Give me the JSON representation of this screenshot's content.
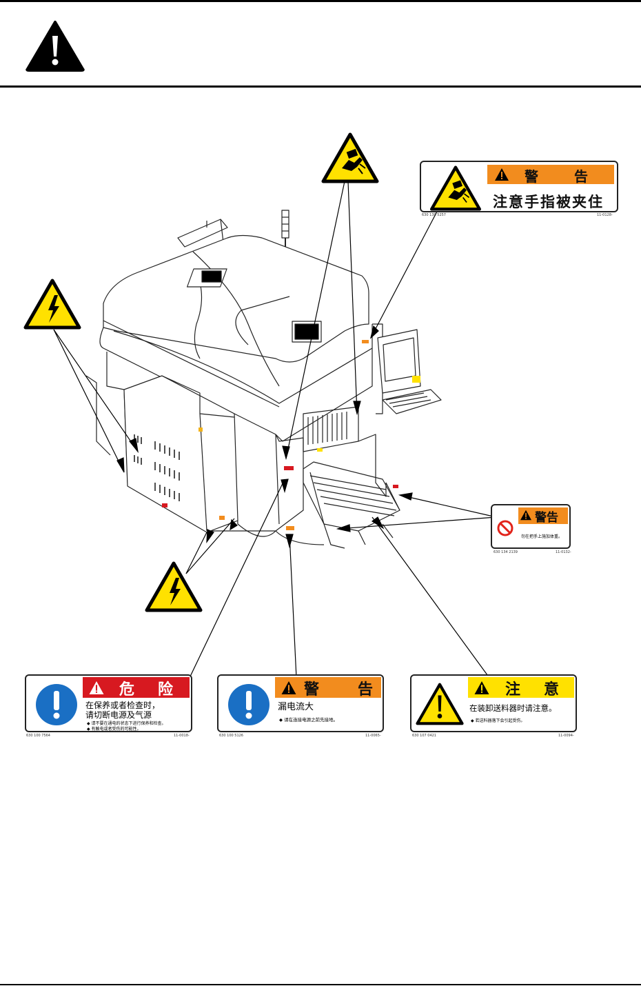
{
  "labels": {
    "pinch": {
      "header": "警　　告",
      "text": "注意手指被夹住",
      "code": "630 130 5257",
      "ref": "11-0128-"
    },
    "no_weight": {
      "header": "警告",
      "text": "勿在把手上施加体重。",
      "code": "630 134 2139",
      "ref": "11-0132-"
    },
    "danger": {
      "header": "危　险",
      "line1": "在保养或者检查时，",
      "line2": "请切断电源及气源",
      "bullet1": "◆ 请不要在通电的状态下进行保养和检查。",
      "bullet2": "◆ 有触电或者受伤的可能性。",
      "code": "630 100 7564",
      "ref": "11-0018-"
    },
    "leakage": {
      "header": "警　　告",
      "line1": "漏电流大",
      "bullet1": "◆ 请在连接电源之前先接地。",
      "code": "630 100 5126",
      "ref": "11-0065-"
    },
    "feeder": {
      "header": "注　意",
      "line1": "在装卸送料器时请注意。",
      "bullet1": "◆ 若送料器落下会引起受伤。",
      "code": "630 107 0421",
      "ref": "11-0094-"
    }
  },
  "colors": {
    "danger_red": "#d71920",
    "warning_orange": "#f28c1e",
    "caution_yellow": "#ffe100",
    "mandatory_blue": "#1a6fc4",
    "prohibit_red": "#e2231a"
  },
  "icons": [
    "general-warning-icon",
    "electric-shock-icon",
    "hand-pinch-icon",
    "mandatory-action-icon",
    "prohibition-icon"
  ]
}
